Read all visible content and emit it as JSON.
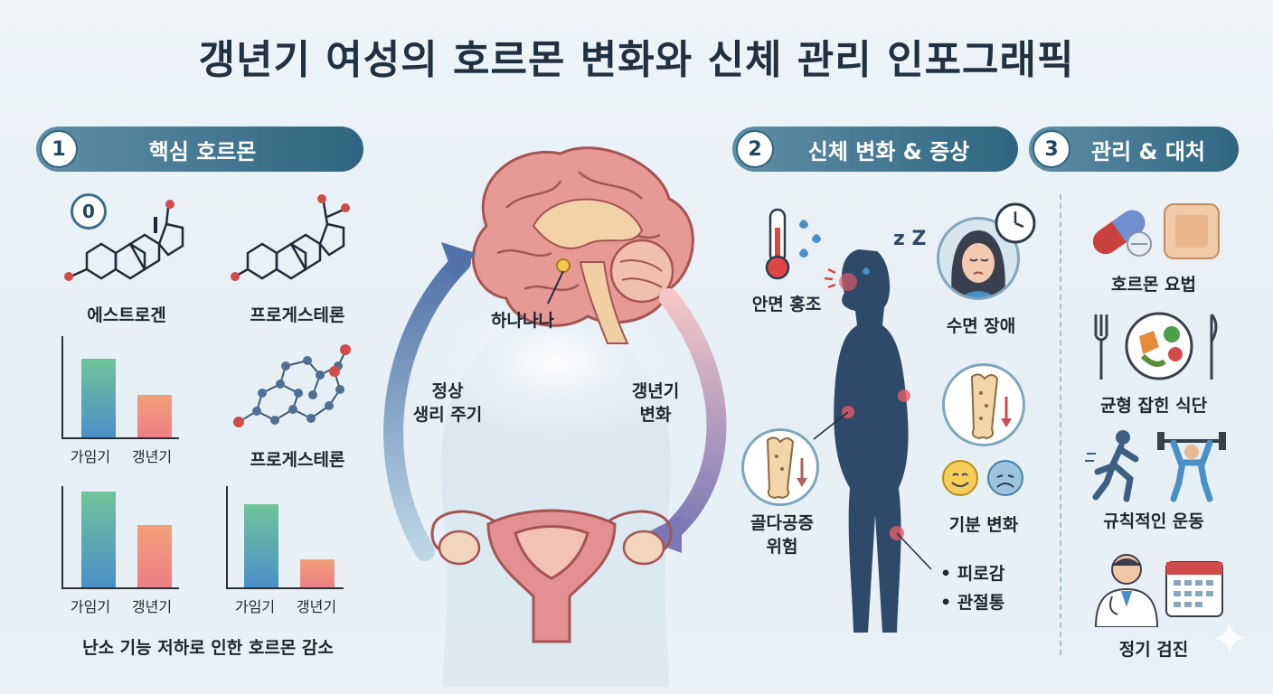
{
  "title": "갱년기 여성의 호르몬 변화와 신체 관리 인포그래픽",
  "sections": {
    "hormones": {
      "num": "1",
      "label": "핵심 호르몬"
    },
    "symptoms": {
      "num": "2",
      "label": "신체 변화 & 증상"
    },
    "care": {
      "num": "3",
      "label": "관리 & 대처"
    }
  },
  "hormones": {
    "estrogen_label": "에스트로겐",
    "estrogen_badge": "0",
    "progesterone_label_1": "프로게스테론",
    "progesterone_label_2": "프로게스테론",
    "chart_categories": [
      "가임기",
      "갱년기"
    ],
    "summary": "난소 기능 저하로 인한 호르몬 감소"
  },
  "center": {
    "brain_label": "하나나나",
    "left_arrow": [
      "정상",
      "생리 주기"
    ],
    "right_arrow": [
      "갱년기",
      "변화"
    ]
  },
  "symptoms": {
    "hot_flash": "안면 홍조",
    "sleep": "수면 장애",
    "sleep_z": "z Z",
    "osteoporosis": [
      "골다공증",
      "위험"
    ],
    "mood": "기분 변화",
    "fatigue": "• 피로감",
    "joint": "• 관절통"
  },
  "care": {
    "hrt": "호르몬 요법",
    "diet": "균형 잡힌 식단",
    "exercise": "규칙적인 운동",
    "checkup": "정기 검진"
  },
  "chart_data": [
    {
      "type": "bar",
      "categories": [
        "가임기",
        "갱년기"
      ],
      "values": [
        0.78,
        0.42
      ]
    },
    {
      "type": "bar",
      "categories": [
        "가임기",
        "갱년기"
      ],
      "values": [
        0.95,
        0.62
      ]
    },
    {
      "type": "bar",
      "categories": [
        "가임기",
        "갱년기"
      ],
      "values": [
        0.82,
        0.28
      ]
    }
  ],
  "colors": {
    "pill_start": "#5f8fa6",
    "pill_end": "#2f6580",
    "bar_fertile": "#4a8fc8",
    "bar_menopause": "#ec7f86",
    "silhouette": "#2f4a68"
  }
}
